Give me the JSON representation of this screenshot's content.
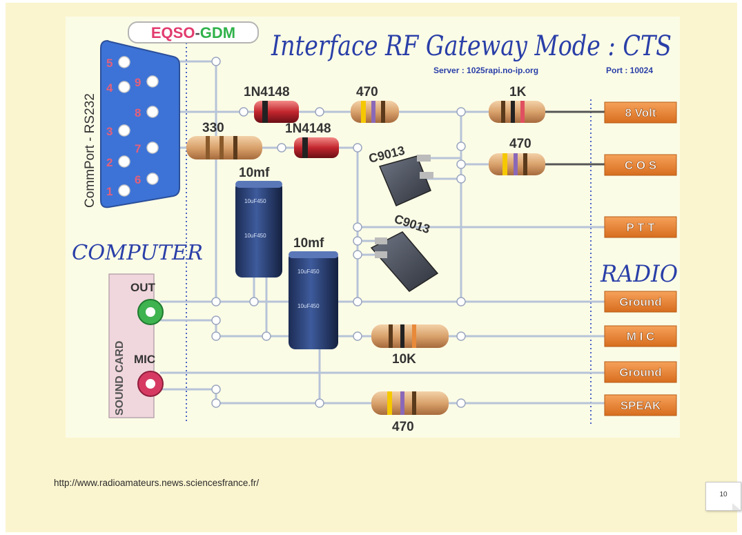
{
  "badge": {
    "part1": "EQSO",
    "sep": "-",
    "part2": "GDM"
  },
  "title": "Interface RF Gateway Mode : CTS",
  "server": "Server : 1025rapi.no-ip.org",
  "port": "Port : 10024",
  "computer": {
    "label": "COMPUTER",
    "comport_label": "CommPort - RS232",
    "pins": [
      "5",
      "9",
      "4",
      "8",
      "3",
      "7",
      "2",
      "6",
      "1"
    ],
    "soundcard_label": "SOUND CARD",
    "out_label": "OUT",
    "mic_label": "MIC"
  },
  "components": {
    "d1": "1N4148",
    "d2": "1N4148",
    "r330": "330",
    "r470_top": "470",
    "r1k": "1K",
    "r470_cos": "470",
    "c1": "10mf",
    "c2": "10mf",
    "t1": "C9013",
    "t2": "C9013",
    "r10k": "10K",
    "r470_bottom": "470",
    "cap_print": "10uF450"
  },
  "radio": {
    "label": "RADIO",
    "pins": [
      "8 Volt",
      "C O S",
      "P T T",
      "Ground",
      "M I C",
      "Ground",
      "SPEAK"
    ]
  },
  "footer": {
    "url": "http://www.radioamateurs.news.sciencesfrance.fr/",
    "page": "10"
  },
  "colors": {
    "slide_bg": "#fbf5cf",
    "panel_bg": "#fbfce6",
    "wire": "#b7c3d8",
    "radio_pin": "#e3832e",
    "db9": "#3d73d6",
    "title_blue": "#2a3fa8"
  }
}
